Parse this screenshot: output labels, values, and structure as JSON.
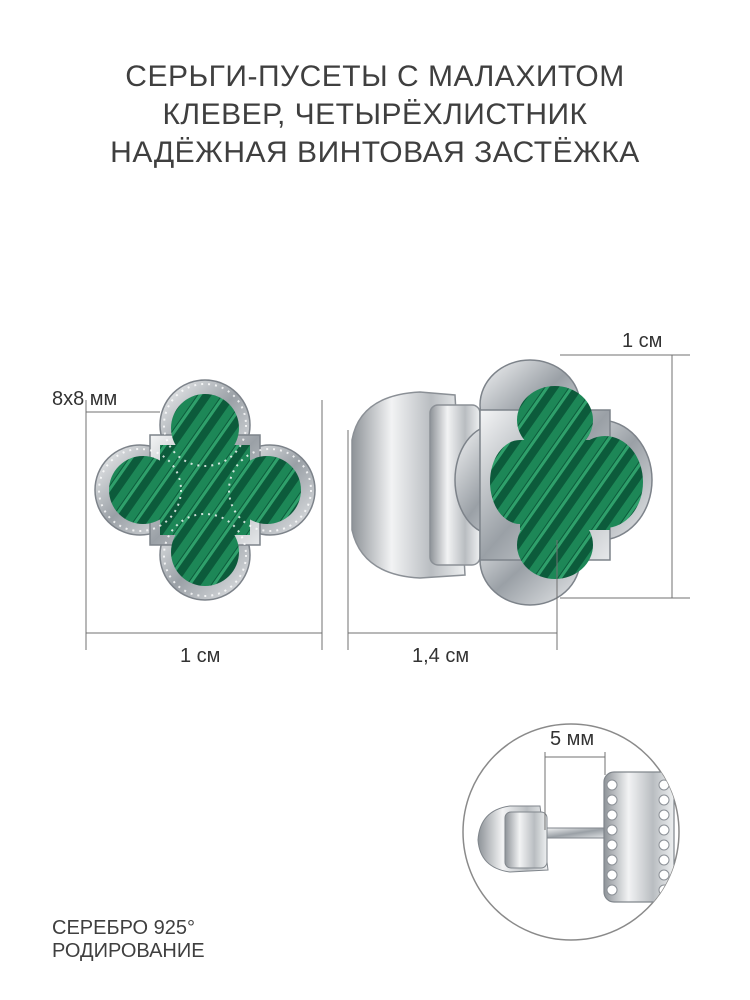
{
  "title": {
    "line1": "СЕРЬГИ-ПУСЕТЫ С МАЛАХИТОМ",
    "line2": "КЛЕВЕР, ЧЕТЫРЁХЛИСТНИК",
    "line3": "НАДЁЖНАЯ ВИНТОВАЯ ЗАСТЁЖКА"
  },
  "dimensions": {
    "stone_size": "8х8 мм",
    "front_width": "1 см",
    "side_width": "1,4 см",
    "height": "1 см",
    "pin_length": "5 мм"
  },
  "footer": {
    "metal": "СЕРЕБРО 925°",
    "coating": "РОДИРОВАНИЕ"
  },
  "colors": {
    "malachite_dark": "#0b5a3a",
    "malachite_light": "#1f8a5a",
    "silver": "#c8ccd0",
    "dimension_line": "#6a6a6a"
  }
}
